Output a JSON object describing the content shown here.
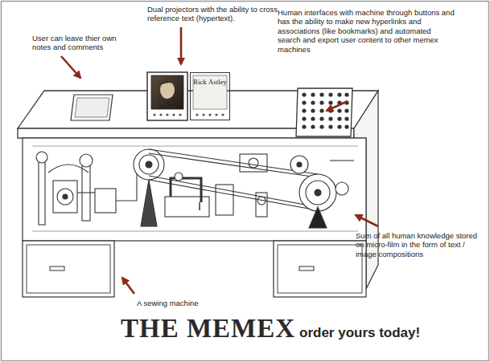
{
  "diagram": {
    "title": "THE MEMEX",
    "nodes": [
      {
        "text": [
          "Rick Astley"
        ]
      }
    ],
    "labels": [
      "Dual projectors with the ability to cross reference text (hypertext).",
      "Human interfaces with machine through buttons and has the ability to make new hyperlinks and associations (like bookmarks) and automated search and export user content to other memex machines",
      "User can leave thier own notes and comments",
      "Sum of all human knowledge stored on micro-film in the form of text / image compositions",
      "A sewing machine",
      "order yours today!"
    ]
  }
}
